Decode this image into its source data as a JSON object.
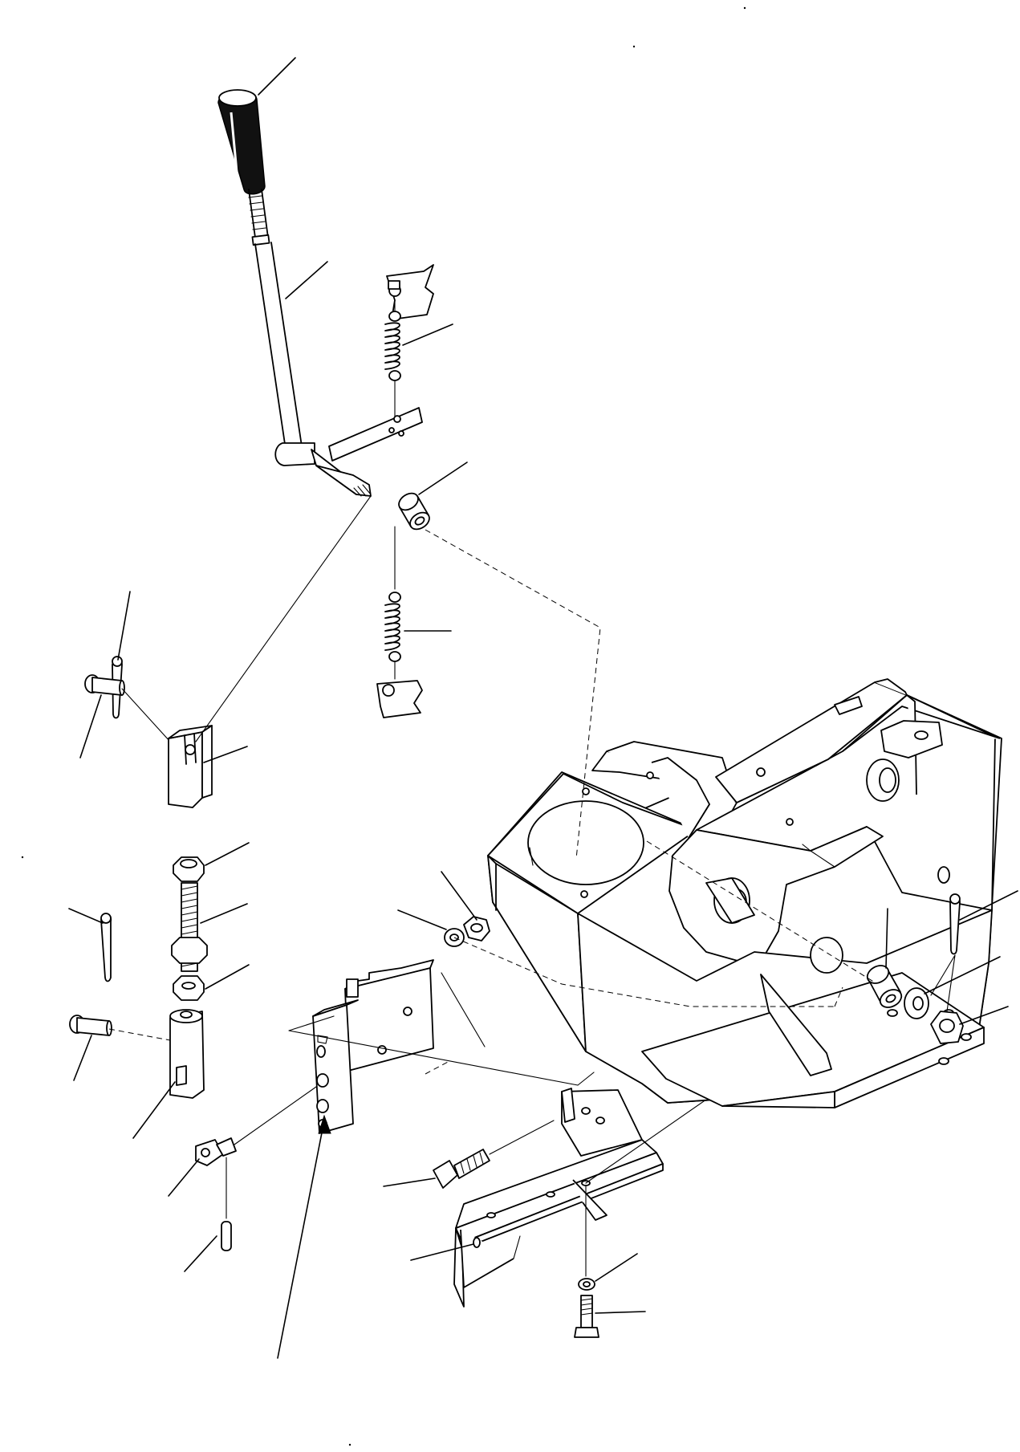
{
  "figure": {
    "kind": "exploded-parts-illustration",
    "callouts_printed": false,
    "parts": [
      "lever-knob",
      "control-lever",
      "upper-spring",
      "spring-anchor-upper",
      "bushing",
      "lower-spring",
      "spring-anchor-lower",
      "cotter-pin-upper",
      "clevis-pin-upper",
      "upper-clevis",
      "jam-nut-upper",
      "threaded-rod",
      "jam-nut-lower",
      "cotter-pin-lower",
      "clevis-pin-lower",
      "lower-clevis",
      "ball-joint",
      "roll-pin",
      "control-valve",
      "washer",
      "nut",
      "mounting-bracket",
      "bracket-bolt",
      "lock-washer",
      "bottom-bolt",
      "housing",
      "pivot-spacer",
      "pivot-washer",
      "pivot-nut",
      "housing-cotter-pin"
    ]
  }
}
